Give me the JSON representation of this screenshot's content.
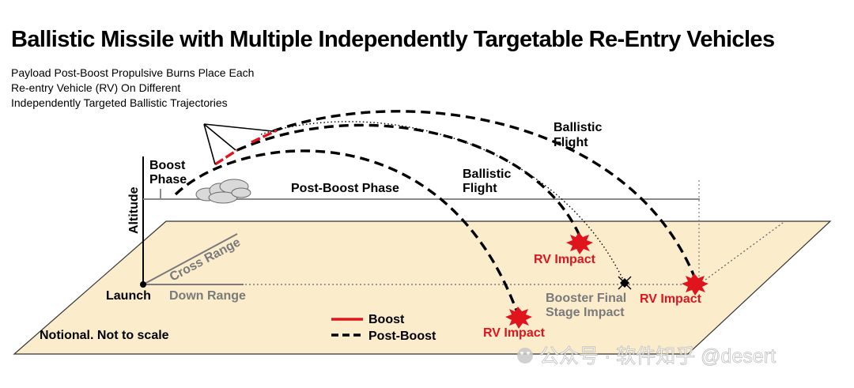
{
  "title": "Ballistic Missile with Multiple Independently Targetable Re-Entry Vehicles",
  "subtitle": [
    "Payload Post-Boost Propulsive Burns Place Each",
    "Re-entry Vehicle (RV) On Different",
    "Independently Targeted Ballistic Trajectories"
  ],
  "labels": {
    "boost_phase_1": "Boost",
    "boost_phase_2": "Phase",
    "post_boost_phase": "Post-Boost Phase",
    "ballistic_flight_1a": "Ballistic",
    "ballistic_flight_1b": "Flight",
    "ballistic_flight_2a": "Ballistic",
    "ballistic_flight_2b": "Flight",
    "altitude": "Altitude",
    "cross_range": "Cross Range",
    "down_range": "Down Range",
    "launch": "Launch",
    "rv_impact_1": "RV Impact",
    "rv_impact_2": "RV Impact",
    "rv_impact_3": "RV Impact",
    "booster_final_1": "Booster Final",
    "booster_final_2": "Stage Impact",
    "notional": "Notional. Not to scale"
  },
  "legend": {
    "boost": "Boost",
    "post_boost": "Post-Boost"
  },
  "watermark": "公众号 · 软件知乎 @desert",
  "colors": {
    "ground": "#fbeccc",
    "boost": "#e0141c",
    "impact": "#e0141c",
    "gray_text": "#7a7a7a",
    "trajectory": "#000000"
  }
}
